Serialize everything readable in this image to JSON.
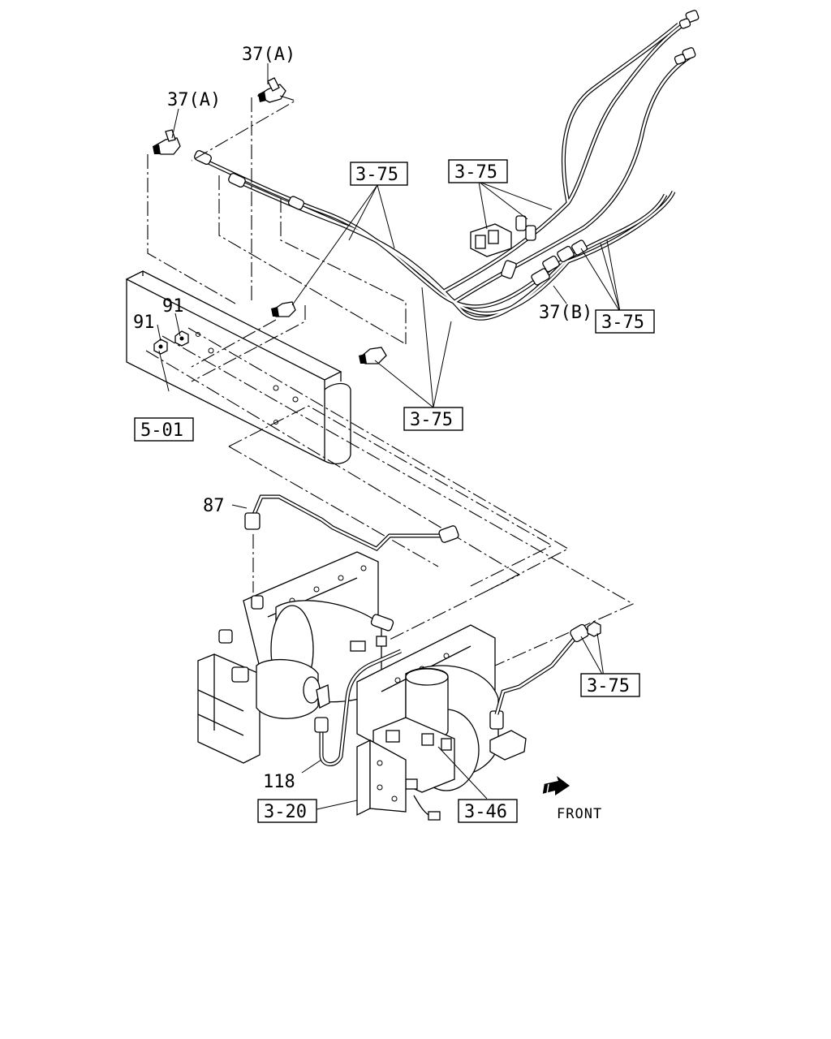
{
  "callouts": {
    "c37a_top": "37(A)",
    "c37a_left": "37(A)",
    "c91_a": "91",
    "c91_b": "91",
    "c37b": "37(B)",
    "c87": "87",
    "c118": "118"
  },
  "ref_boxes": {
    "b375_a": "3-75",
    "b375_b": "3-75",
    "b375_c": "3-75",
    "b375_d": "3-75",
    "b375_e": "3-75",
    "b501": "5-01",
    "b320": "3-20",
    "b346": "3-46"
  },
  "front_label": "FRONT"
}
